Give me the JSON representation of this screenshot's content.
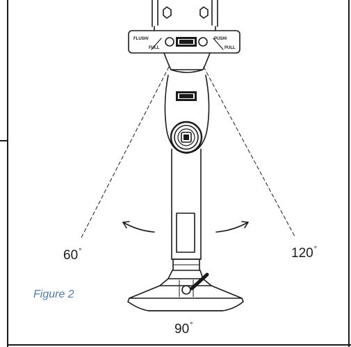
{
  "figure": {
    "caption": "Figure 2",
    "angle_labels": {
      "left": "60",
      "right": "120",
      "bottom": "90",
      "unit": "°"
    },
    "rating_labels": {
      "left_top": "FLUSH/",
      "left_bottom": "FULL",
      "right_top": "PUSH/",
      "right_bottom": "PULL"
    },
    "colors": {
      "line": "#1a1a1a",
      "caption": "#4f7bb5",
      "background": "#ffffff"
    },
    "icons": [
      "pivot-knob-icon",
      "badge-logo-icon",
      "swing-arrow-icon"
    ]
  }
}
